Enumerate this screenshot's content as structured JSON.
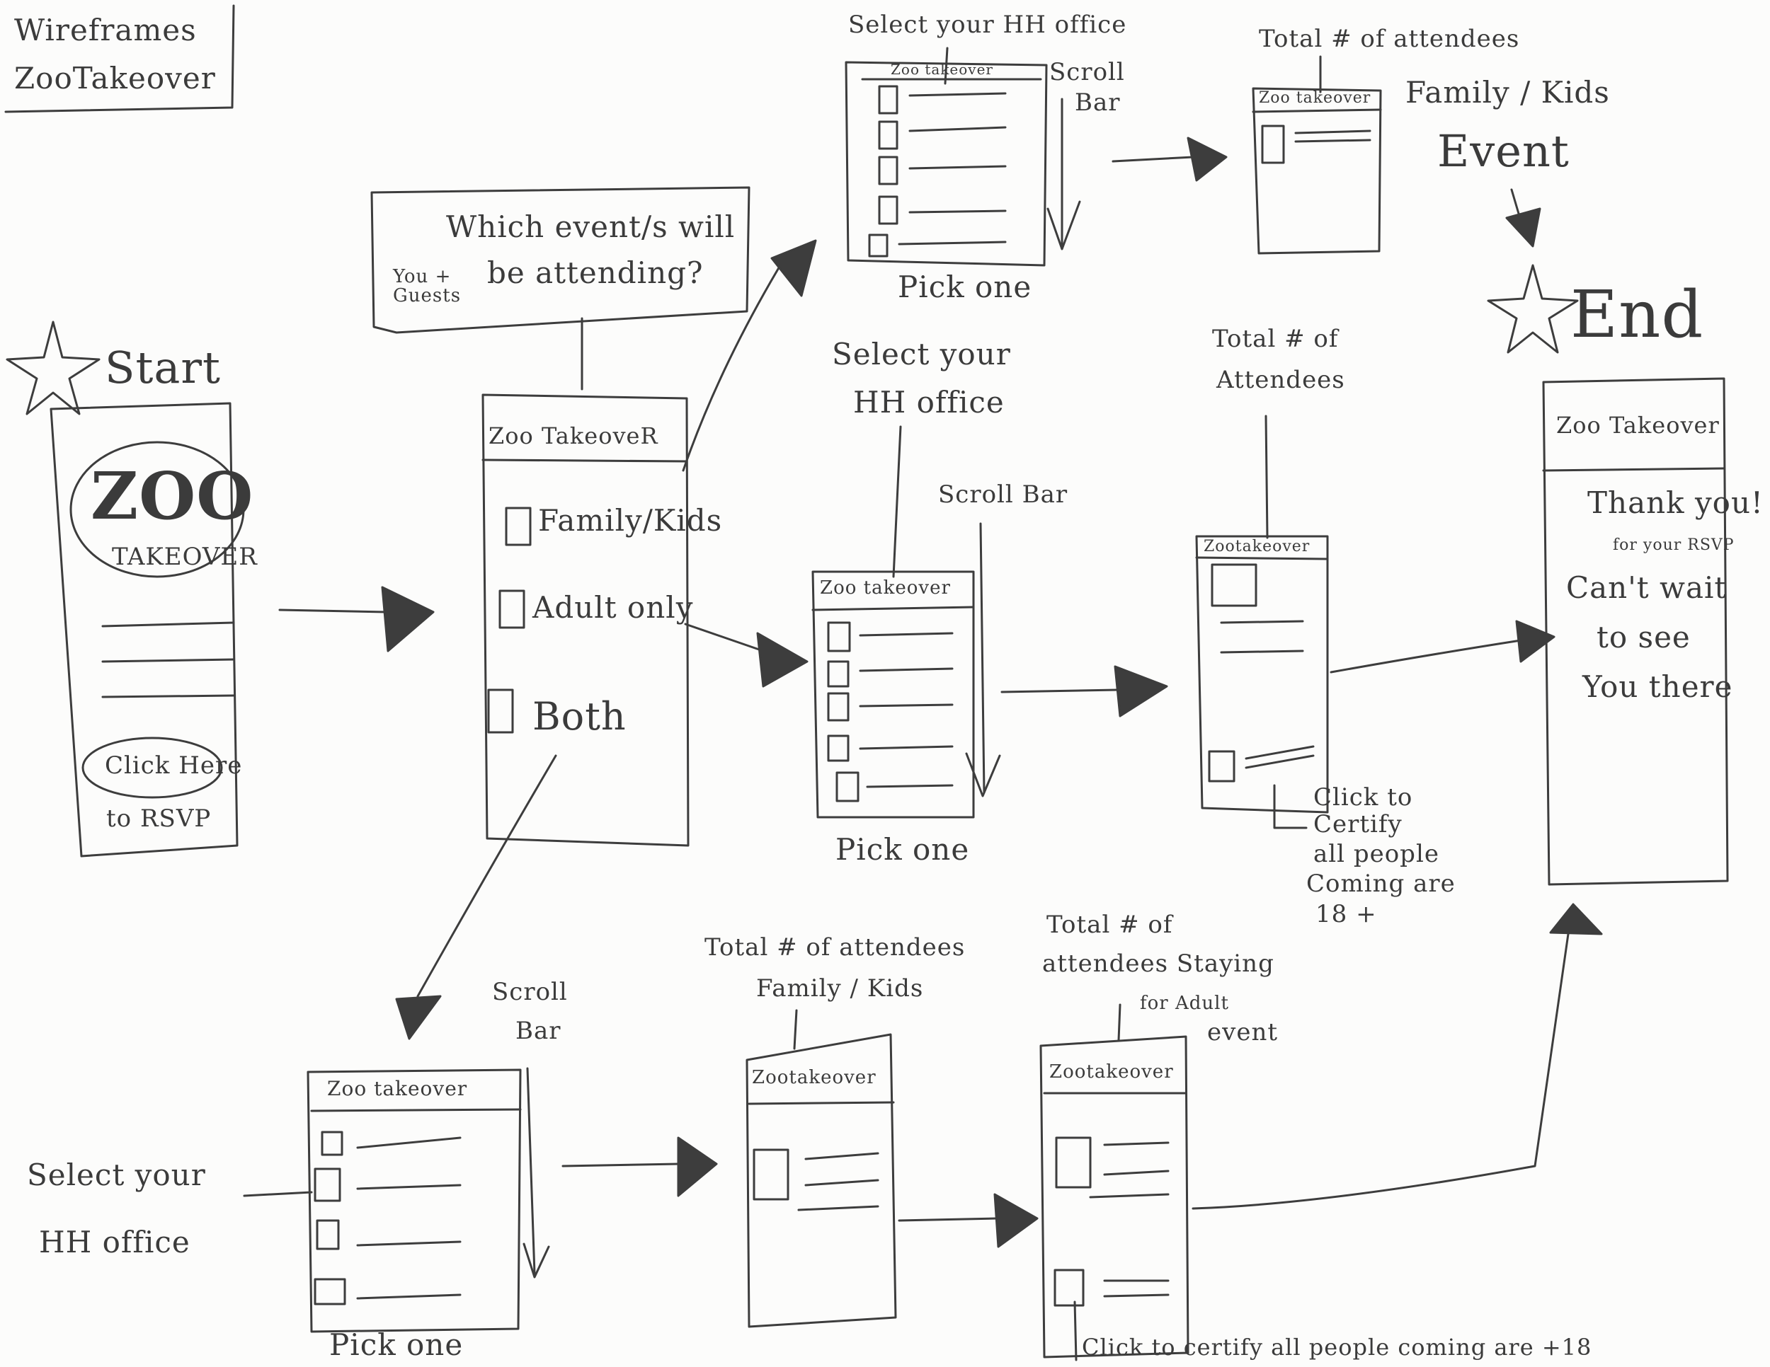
{
  "title": {
    "line1": "Wireframes",
    "line2": "ZooTakeover"
  },
  "flow": {
    "start_label": "Start",
    "end_label": "End"
  },
  "screen_start": {
    "logo_main": "ZOO",
    "logo_sub": "TAKEOVER",
    "cta_button": "Click Here",
    "cta_sub": "to RSVP"
  },
  "screen_event_choice": {
    "header": "Zoo TakeoveR",
    "callout_main": "Which event/s will",
    "callout_line2": "be attending?",
    "callout_small": "You + Guests",
    "options": [
      "Family/Kids",
      "Adult only",
      "Both"
    ]
  },
  "screen_office_top": {
    "header": "Zoo takeover",
    "label": "Select your HH office",
    "scroll_label_1": "Scroll",
    "scroll_label_2": "Bar",
    "pick": "Pick one"
  },
  "screen_attendees_top": {
    "header": "Zoo takeover",
    "label_1": "Total # of attendees",
    "label_2": "Family / Kids",
    "label_3": "Event"
  },
  "screen_office_mid": {
    "header": "Zoo takeover",
    "label_1": "Select your",
    "label_2": "HH office",
    "scroll": "Scroll Bar",
    "pick": "Pick one"
  },
  "screen_attendees_mid": {
    "header": "Zootakeover",
    "label_1": "Total # of",
    "label_2": "Attendees",
    "certify_1": "Click to",
    "certify_2": "Certify",
    "certify_3": "all people",
    "certify_4": "Coming are",
    "certify_5": "18 +"
  },
  "screen_thanks": {
    "header": "Zoo Takeover",
    "thanks": "Thank you!",
    "rsvp": "for your RSVP",
    "line1": "Can't wait",
    "line2": "to see",
    "line3": "You there"
  },
  "screen_office_bottom": {
    "header": "Zoo takeover",
    "label_1": "Select your",
    "label_2": "HH office",
    "scroll_1": "Scroll",
    "scroll_2": "Bar",
    "pick": "Pick one"
  },
  "screen_family_bottom": {
    "header": "Zootakeover",
    "label_1": "Total # of attendees",
    "label_2": "Family / Kids"
  },
  "screen_adult_bottom": {
    "header": "Zootakeover",
    "label_1": "Total # of",
    "label_2": "attendees Staying",
    "label_3": "for Adult",
    "label_4": "event",
    "certify": "Click to certify all people coming are +18"
  }
}
